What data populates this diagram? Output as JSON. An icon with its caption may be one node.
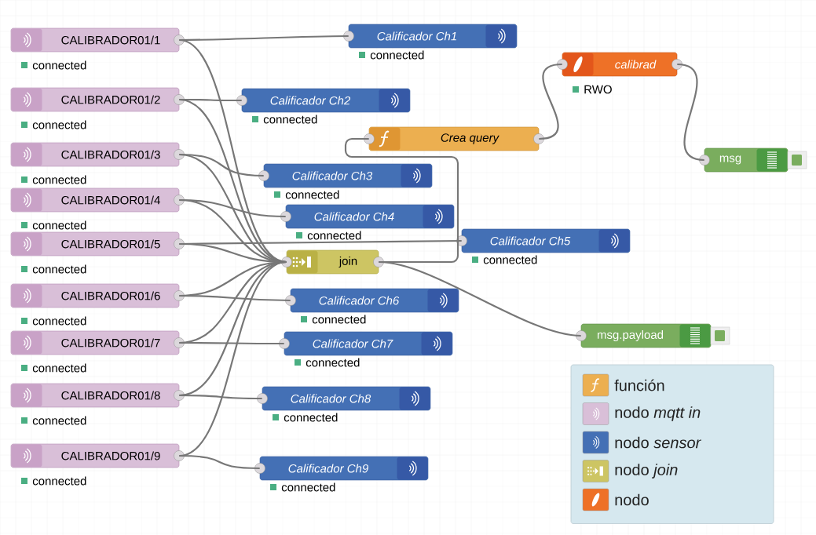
{
  "diagram": {
    "nodes": [
      {
        "text": [
          "CALIBRADOR01/1"
        ],
        "beside": [
          "connected"
        ]
      },
      {
        "text": [
          "CALIBRADOR01/2"
        ],
        "beside": [
          "connected"
        ]
      },
      {
        "text": [
          "CALIBRADOR01/3"
        ],
        "beside": [
          "connected"
        ]
      },
      {
        "text": [
          "CALIBRADOR01/4"
        ],
        "beside": [
          "connected"
        ]
      },
      {
        "text": [
          "CALIBRADOR01/5"
        ],
        "beside": [
          "connected"
        ]
      },
      {
        "text": [
          "CALIBRADOR01/6"
        ],
        "beside": [
          "connected"
        ]
      },
      {
        "text": [
          "CALIBRADOR01/7"
        ],
        "beside": [
          "connected"
        ]
      },
      {
        "text": [
          "CALIBRADOR01/8"
        ],
        "beside": [
          "connected"
        ]
      },
      {
        "text": [
          "CALIBRADOR01/9"
        ],
        "beside": [
          "connected"
        ]
      },
      {
        "text": [
          "Calificador Ch1"
        ],
        "beside": [
          "connected"
        ]
      },
      {
        "text": [
          "Calificador Ch2"
        ],
        "beside": [
          "connected"
        ]
      },
      {
        "text": [
          "Calificador Ch3"
        ],
        "beside": [
          "connected"
        ]
      },
      {
        "text": [
          "Calificador Ch4"
        ],
        "beside": [
          "connected"
        ]
      },
      {
        "text": [
          "Calificador Ch5"
        ],
        "beside": [
          "connected"
        ]
      },
      {
        "text": [
          "Calificador Ch6"
        ],
        "beside": [
          "connected"
        ]
      },
      {
        "text": [
          "Calificador Ch7"
        ],
        "beside": [
          "connected"
        ]
      },
      {
        "text": [
          "Calificador Ch8"
        ],
        "beside": [
          "connected"
        ]
      },
      {
        "text": [
          "Calificador Ch9"
        ],
        "beside": [
          "connected"
        ]
      },
      {
        "text": [
          "join"
        ]
      },
      {
        "text": [
          "Crea query"
        ]
      },
      {
        "text": [
          "calibrad"
        ],
        "beside": [
          "RWO"
        ]
      },
      {
        "text": [
          "msg"
        ]
      },
      {
        "text": [
          "msg.payload"
        ]
      }
    ],
    "edges": [
      {
        "from": 0,
        "to": 9,
        "arrow": "none"
      },
      {
        "from": 0,
        "to": 18,
        "arrow": "none"
      },
      {
        "from": 1,
        "to": 10,
        "arrow": "none"
      },
      {
        "from": 1,
        "to": 18,
        "arrow": "none"
      },
      {
        "from": 2,
        "to": 11,
        "arrow": "none"
      },
      {
        "from": 2,
        "to": 18,
        "arrow": "none"
      },
      {
        "from": 3,
        "to": 12,
        "arrow": "none"
      },
      {
        "from": 3,
        "to": 18,
        "arrow": "none"
      },
      {
        "from": 4,
        "to": 13,
        "arrow": "none"
      },
      {
        "from": 4,
        "to": 18,
        "arrow": "none"
      },
      {
        "from": 5,
        "to": 14,
        "arrow": "none"
      },
      {
        "from": 5,
        "to": 18,
        "arrow": "none"
      },
      {
        "from": 6,
        "to": 15,
        "arrow": "none"
      },
      {
        "from": 6,
        "to": 18,
        "arrow": "none"
      },
      {
        "from": 7,
        "to": 16,
        "arrow": "none"
      },
      {
        "from": 7,
        "to": 18,
        "arrow": "none"
      },
      {
        "from": 8,
        "to": 17,
        "arrow": "none"
      },
      {
        "from": 8,
        "to": 18,
        "arrow": "none"
      },
      {
        "from": 18,
        "to": 19,
        "arrow": "none"
      },
      {
        "from": 18,
        "to": 22,
        "arrow": "none"
      },
      {
        "from": 19,
        "to": 20,
        "arrow": "none"
      },
      {
        "from": 20,
        "to": 21,
        "arrow": "none"
      }
    ],
    "legend": [
      {
        "text": "función",
        "color": "#ecaf50"
      },
      {
        "text": "nodo *mqtt in*",
        "color": "#d9bfd8"
      },
      {
        "text": "nodo *sensor*",
        "color": "#4470b5"
      },
      {
        "text": "nodo *join*",
        "color": "#cdc563"
      },
      {
        "text": "nodo",
        "color": "#ee7127"
      }
    ]
  }
}
